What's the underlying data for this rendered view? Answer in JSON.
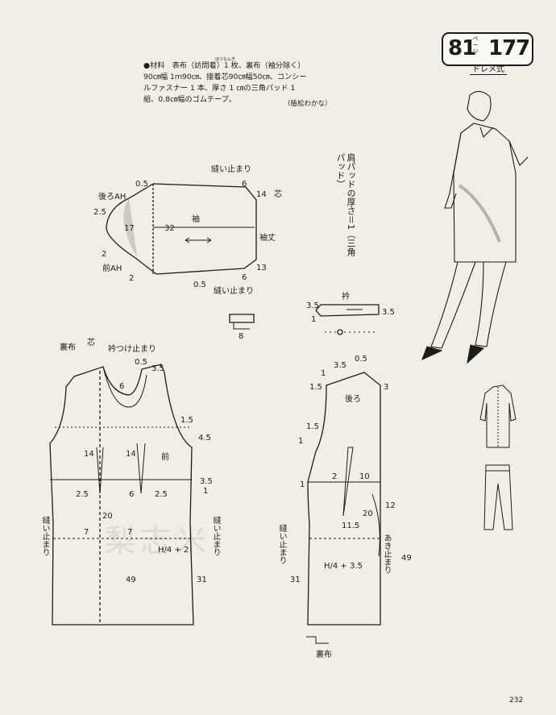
{
  "header": {
    "badge_left": "81",
    "badge_page": "ページ",
    "badge_right": "177",
    "badge_subtitle": "ドレメ式",
    "ruby": "ほうもんぎ",
    "materials": "●材料　表布（訪問着）1 枚、裏布（袖分除く）\n90㎝幅 1ｍ90㎝、接着芯90㎝幅50㎝、コンシー\nルファスナー 1 本、厚さ 1 ㎝の三角パッド 1\n組、0.8㎝幅のゴムテープ。",
    "author": "（植松わかな）",
    "page_number": "232"
  },
  "notes": {
    "pad": "肩パッドの厚さ＝1（三角パッド）"
  },
  "sleeve": {
    "name": "袖",
    "back_ah": "後ろAH",
    "front_ah": "前AH",
    "length_label": "袖丈",
    "stop_top": "縫い止まり",
    "stop_bottom": "縫い止まり",
    "interfacing": "芯",
    "dims": [
      "0.5",
      "6",
      "14",
      "2.5",
      "17",
      "32",
      "2",
      "2",
      "0.5",
      "6",
      "13",
      "8"
    ]
  },
  "collar": {
    "name": "衿",
    "dims": [
      "3.5",
      "1",
      "3.5"
    ]
  },
  "front": {
    "name": "前",
    "lining": "裏布",
    "interfacing": "芯",
    "collar_stop": "衿つけ止まり",
    "stop_left": "縫い止まり",
    "stop_right": "縫い止まり",
    "hip_formula": "H/4 + 2",
    "dims": [
      "0.5",
      "3.5",
      "1.5",
      "4.5",
      "6",
      "14",
      "14",
      "3.5",
      "1",
      "2.5",
      "6",
      "2.5",
      "20",
      "7",
      "7",
      "49",
      "31"
    ]
  },
  "back": {
    "name": "後ろ",
    "lining": "裏布",
    "stop": "縫い止まり",
    "opening": "あき止まり",
    "hip_formula": "H/4 + 3.5",
    "dims": [
      "3.5",
      "0.5",
      "1",
      "1.5",
      "3",
      "1.5",
      "1",
      "1",
      "2",
      "10",
      "11.5",
      "20",
      "12",
      "49",
      "31"
    ]
  },
  "watermark": "梨志米"
}
